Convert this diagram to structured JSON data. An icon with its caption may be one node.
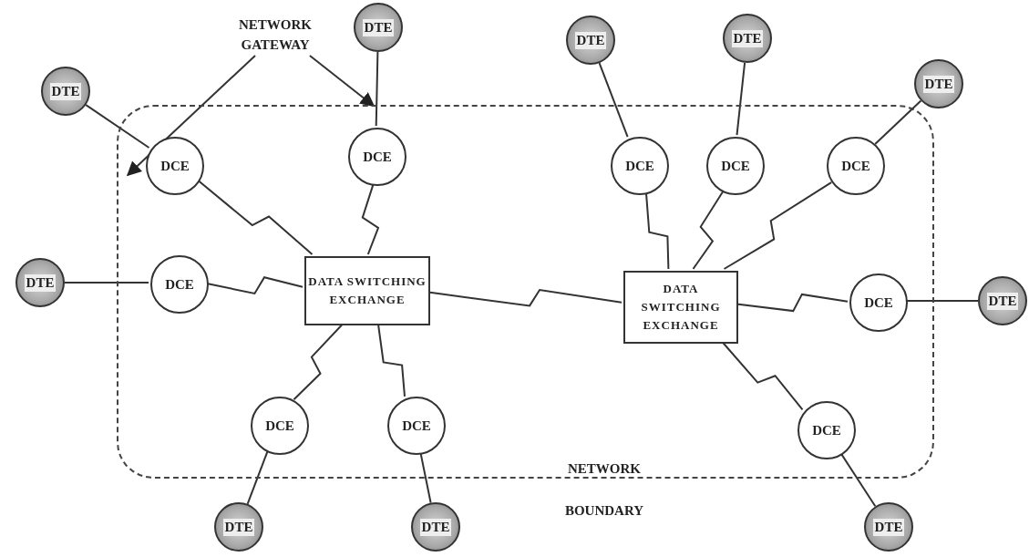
{
  "diagram": {
    "nodes": [
      {
        "text": [
          "NETWORK BOUNDARY"
        ]
      },
      {
        "text": [
          "NETWORK GATEWAY"
        ]
      },
      {
        "text": [
          "DATA SWITCHING EXCHANGE"
        ],
        "in": 0
      },
      {
        "text": [
          "DATA SWITCHING EXCHANGE"
        ],
        "in": 0
      },
      {
        "text": [
          "DCE"
        ],
        "in": 0
      },
      {
        "text": [
          "DCE"
        ],
        "in": 0
      },
      {
        "text": [
          "DCE"
        ],
        "in": 0
      },
      {
        "text": [
          "DCE"
        ],
        "in": 0
      },
      {
        "text": [
          "DCE"
        ],
        "in": 0
      },
      {
        "text": [
          "DCE"
        ],
        "in": 0
      },
      {
        "text": [
          "DCE"
        ],
        "in": 0
      },
      {
        "text": [
          "DCE"
        ],
        "in": 0
      },
      {
        "text": [
          "DCE"
        ],
        "in": 0
      },
      {
        "text": [
          "DCE"
        ],
        "in": 0
      },
      {
        "text": [
          "DTE"
        ]
      },
      {
        "text": [
          "DTE"
        ]
      },
      {
        "text": [
          "DTE"
        ]
      },
      {
        "text": [
          "DTE"
        ]
      },
      {
        "text": [
          "DTE"
        ]
      },
      {
        "text": [
          "DTE"
        ]
      },
      {
        "text": [
          "DTE"
        ]
      },
      {
        "text": [
          "DTE"
        ]
      },
      {
        "text": [
          "DTE"
        ]
      },
      {
        "text": [
          "DTE"
        ]
      }
    ],
    "edges": [
      {
        "from": 1,
        "to": 0,
        "arrow": "to"
      },
      {
        "from": 1,
        "to": 0,
        "arrow": "to"
      },
      {
        "from": 14,
        "to": 4,
        "arrow": "none"
      },
      {
        "from": 15,
        "to": 5,
        "arrow": "none"
      },
      {
        "from": 16,
        "to": 6,
        "arrow": "none"
      },
      {
        "from": 7,
        "to": 17,
        "arrow": "none"
      },
      {
        "from": 8,
        "to": 18,
        "arrow": "none"
      },
      {
        "from": 19,
        "to": 9,
        "arrow": "none"
      },
      {
        "from": 20,
        "to": 10,
        "arrow": "none"
      },
      {
        "from": 21,
        "to": 11,
        "arrow": "none"
      },
      {
        "from": 12,
        "to": 22,
        "arrow": "none"
      },
      {
        "from": 13,
        "to": 23,
        "arrow": "none"
      },
      {
        "from": 4,
        "to": 2,
        "arrow": "none"
      },
      {
        "from": 5,
        "to": 2,
        "arrow": "none"
      },
      {
        "from": 6,
        "to": 2,
        "arrow": "none"
      },
      {
        "from": 2,
        "to": 7,
        "arrow": "none"
      },
      {
        "from": 2,
        "to": 8,
        "arrow": "none"
      },
      {
        "from": 2,
        "to": 3,
        "arrow": "none"
      },
      {
        "from": 9,
        "to": 3,
        "arrow": "none"
      },
      {
        "from": 10,
        "to": 3,
        "arrow": "none"
      },
      {
        "from": 11,
        "to": 3,
        "arrow": "none"
      },
      {
        "from": 3,
        "to": 12,
        "arrow": "none"
      },
      {
        "from": 3,
        "to": 13,
        "arrow": "none"
      }
    ]
  }
}
